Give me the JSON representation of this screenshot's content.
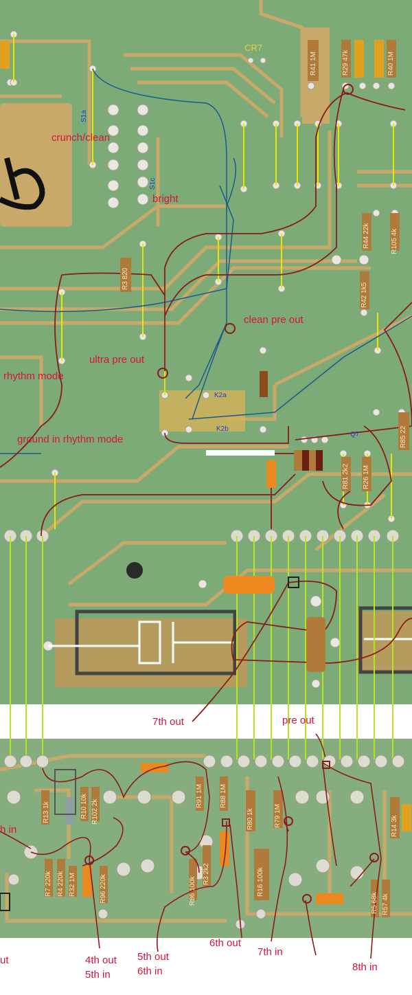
{
  "colors": {
    "board": "#7cab78",
    "copper": "#c9a96a",
    "annotation": "#d4143c",
    "wire": "#e6e600",
    "background": "#ffffff"
  },
  "annotations": {
    "cr7": "CR7",
    "crunch_clean": "crunch/clean",
    "bright": "bright",
    "clean_pre_out": "clean pre out",
    "ultra_pre_out": "ultra pre out",
    "rhythm_mode": "rhythm mode",
    "ground_in_rhythm_mode": "ground in rhythm mode",
    "seventh_out": "7th out",
    "pre_out": "pre out",
    "fourth_out": "4th out",
    "fifth_in": "5th in",
    "fifth_out": "5th out",
    "sixth_in": "6th in",
    "sixth_out": "6th out",
    "seventh_in": "7th in",
    "eighth_in": "8th in",
    "h_in": "h in",
    "ut": "ut"
  },
  "switch_labels": {
    "s1a": "S1a",
    "s1c": "S1c",
    "k2a": "K2a",
    "k2b": "K2b",
    "q7": "Q7"
  },
  "components": {
    "r41": "R41 1M",
    "r29": "R29 47k",
    "r40": "R40 1M",
    "r3": "R3 820",
    "r44": "R44 22k",
    "r105": "R105 4k",
    "r42": "R42 1k5",
    "r85": "R85 22",
    "r81": "R81 2k2",
    "r26": "R26 1M",
    "r13": "R13 1k",
    "r10": "R10 10k",
    "r102": "R102 2k",
    "r91": "R91 1M",
    "r88": "R88 1M",
    "r80": "R80 1k",
    "r79": "R79 1M",
    "r14": "R14 3k",
    "r7": "R7 220k",
    "r4": "R4 220k",
    "r32": "R32 1M",
    "r96": "R96 220k",
    "r3b": "R3 2k2",
    "r86": "R86 100k",
    "r16": "R16 100k",
    "r5": "R5 68k",
    "r57": "R57 4k"
  }
}
